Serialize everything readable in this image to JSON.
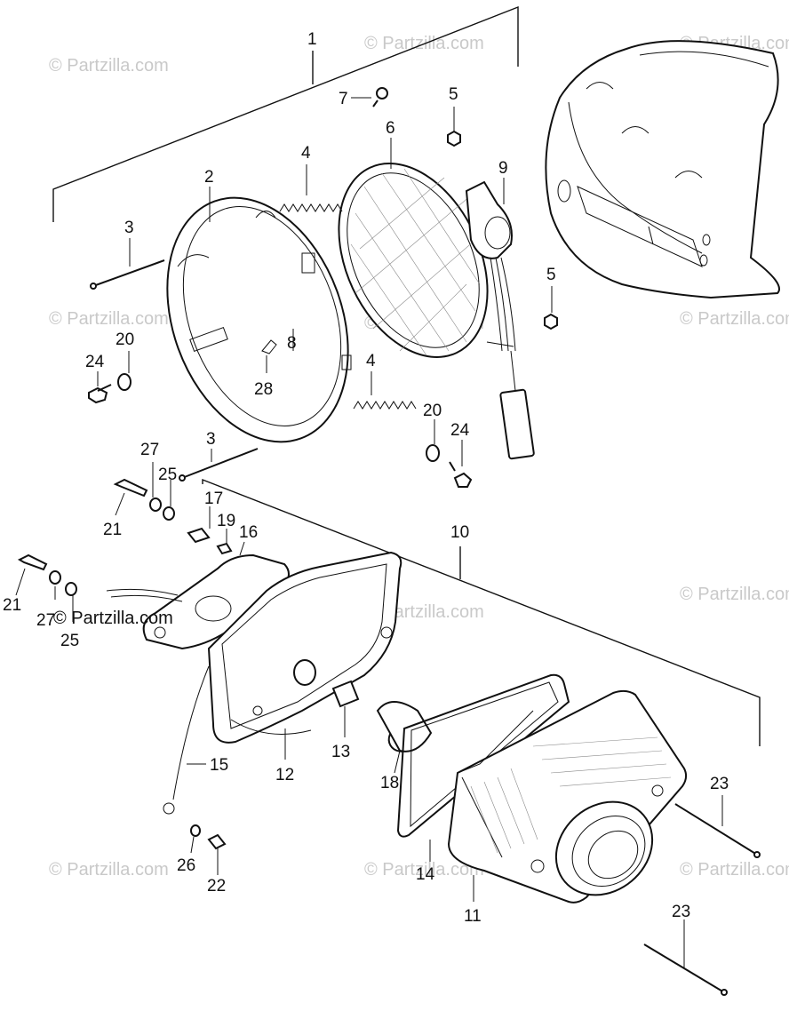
{
  "watermark": "© Partzilla.com",
  "callouts": [
    {
      "id": "c1",
      "text": "1"
    },
    {
      "id": "c2",
      "text": "2"
    },
    {
      "id": "c3a",
      "text": "3"
    },
    {
      "id": "c3b",
      "text": "3"
    },
    {
      "id": "c4a",
      "text": "4"
    },
    {
      "id": "c4b",
      "text": "4"
    },
    {
      "id": "c5a",
      "text": "5"
    },
    {
      "id": "c5b",
      "text": "5"
    },
    {
      "id": "c6",
      "text": "6"
    },
    {
      "id": "c7",
      "text": "7"
    },
    {
      "id": "c8",
      "text": "8"
    },
    {
      "id": "c9",
      "text": "9"
    },
    {
      "id": "c10",
      "text": "10"
    },
    {
      "id": "c11",
      "text": "11"
    },
    {
      "id": "c12",
      "text": "12"
    },
    {
      "id": "c13",
      "text": "13"
    },
    {
      "id": "c14",
      "text": "14"
    },
    {
      "id": "c15",
      "text": "15"
    },
    {
      "id": "c16",
      "text": "16"
    },
    {
      "id": "c17",
      "text": "17"
    },
    {
      "id": "c18",
      "text": "18"
    },
    {
      "id": "c19",
      "text": "19"
    },
    {
      "id": "c20a",
      "text": "20"
    },
    {
      "id": "c20b",
      "text": "20"
    },
    {
      "id": "c21a",
      "text": "21"
    },
    {
      "id": "c21b",
      "text": "21"
    },
    {
      "id": "c22",
      "text": "22"
    },
    {
      "id": "c23a",
      "text": "23"
    },
    {
      "id": "c23b",
      "text": "23"
    },
    {
      "id": "c24a",
      "text": "24"
    },
    {
      "id": "c24b",
      "text": "24"
    },
    {
      "id": "c25a",
      "text": "25"
    },
    {
      "id": "c25b",
      "text": "25"
    },
    {
      "id": "c26",
      "text": "26"
    },
    {
      "id": "c27a",
      "text": "27"
    },
    {
      "id": "c27b",
      "text": "27"
    },
    {
      "id": "c28",
      "text": "28"
    }
  ]
}
